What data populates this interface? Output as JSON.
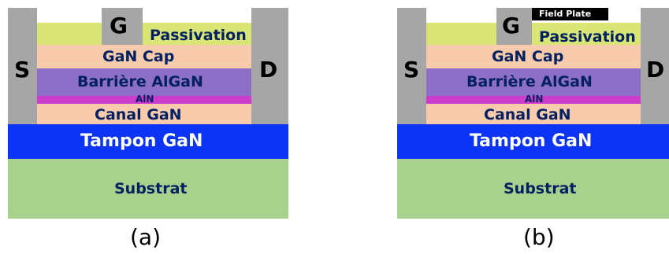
{
  "figures": [
    {
      "caption": "(a)",
      "layers": {
        "passivation": "Passivation",
        "gan_cap": "GaN Cap",
        "barrier": "Barrière AlGaN",
        "aln": "AlN",
        "channel": "Canal GaN",
        "buffer": "Tampon GaN",
        "substrate": "Substrat"
      },
      "electrodes": {
        "source": "S",
        "gate": "G",
        "drain": "D"
      }
    },
    {
      "caption": "(b)",
      "field_plate": "Field Plate",
      "layers": {
        "passivation": "Passivation",
        "gan_cap": "GaN Cap",
        "barrier": "Barrière AlGaN",
        "aln": "AlN",
        "channel": "Canal GaN",
        "buffer": "Tampon GaN",
        "substrate": "Substrat"
      },
      "electrodes": {
        "source": "S",
        "gate": "G",
        "drain": "D"
      }
    }
  ],
  "colors": {
    "passivation": "#d9e675",
    "gan_cap": "#f8cbad",
    "barrier": "#8e6fc7",
    "aln": "#cc3ccc",
    "channel": "#f8cbad",
    "buffer": "#0b34f5",
    "substrate": "#a9d18e",
    "electrode": "#a6a6a6",
    "field_plate": "#000000"
  }
}
